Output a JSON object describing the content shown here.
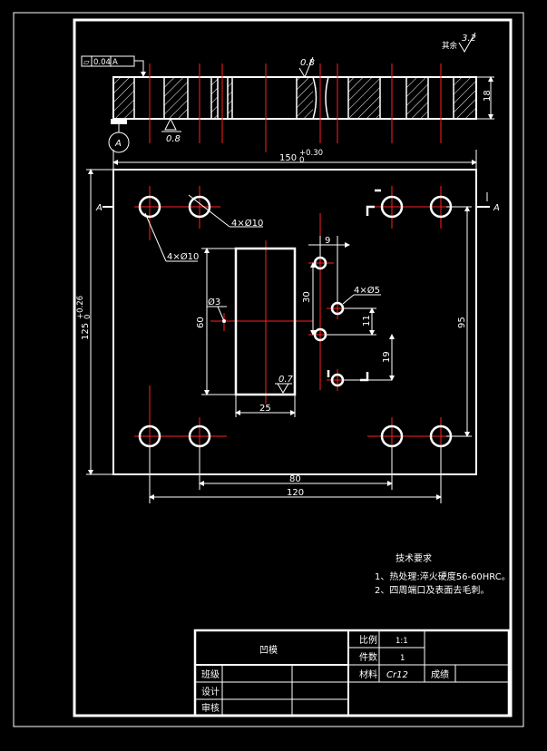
{
  "surface_roughness_rest": {
    "label": "其余",
    "value": "3.2"
  },
  "flatness_tolerance": {
    "symbol": "▱",
    "value": "0.04",
    "datum": "A"
  },
  "datum_label": "A",
  "roughness_top": "0.8",
  "roughness_bottom": "0.8",
  "roughness_slot": "0.7",
  "section_label": "A",
  "thickness_dim": "18",
  "dims": {
    "width_150": "150",
    "width_150_tol": "+0.30",
    "width_150_tol_low": "0",
    "height_125": "125",
    "height_125_tol": "+0.26",
    "height_125_tol_low": "0",
    "holes_4x10_a": "4×Ø10",
    "holes_4x10_b": "4×Ø10",
    "dim_9": "9",
    "holes_4x5": "4×Ø5",
    "dim_30": "30",
    "phi_3": "Ø3",
    "dim_60": "60",
    "dim_11": "11",
    "dim_95": "95",
    "dim_19": "19",
    "dim_25": "25",
    "dim_80": "80",
    "dim_120": "120"
  },
  "tech_requirements": {
    "title": "技术要求",
    "items": [
      "1、热处理:淬火硬度56-60HRC。",
      "2、四周端口及表面去毛刺。"
    ]
  },
  "title_block": {
    "part_name": "凹模",
    "scale_label": "比例",
    "scale_value": "1:1",
    "qty_label": "件数",
    "qty_value": "1",
    "material_label": "材料",
    "material_value": "Cr12",
    "grade_label": "成绩",
    "class_label": "班级",
    "design_label": "设计",
    "review_label": "审核"
  }
}
